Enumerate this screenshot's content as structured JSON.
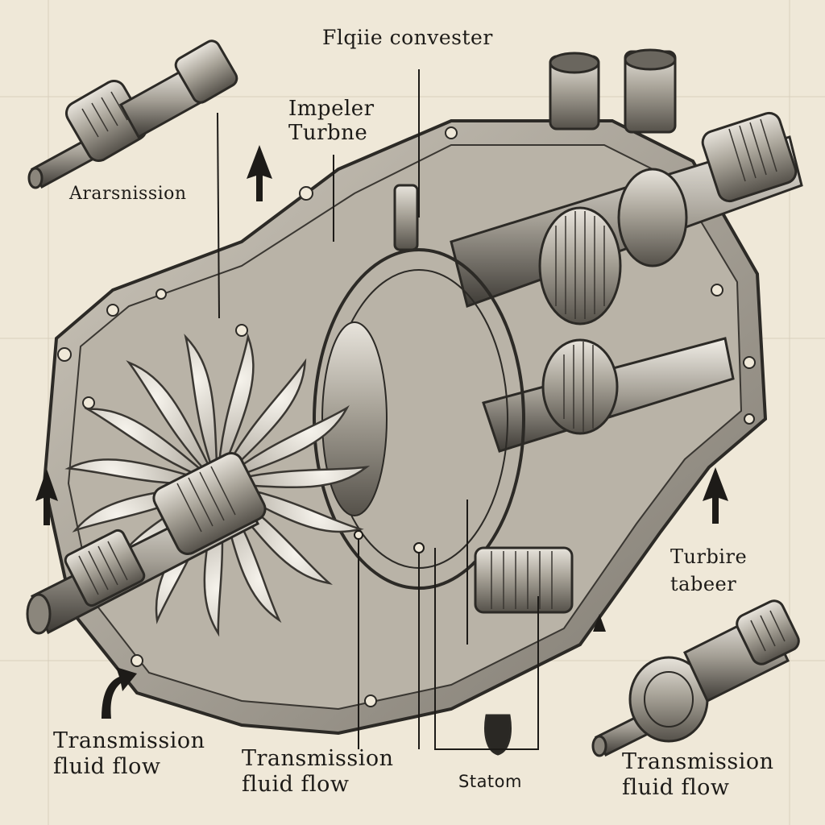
{
  "diagram": {
    "labels": {
      "torque_converter": "Flqiie convester",
      "impeller_line1": "Impeler",
      "impeller_line2": "Turbne",
      "transmission_top_left": "Ararsnission",
      "turbine_right_line1": "Turbire",
      "turbine_right_line2": "tabeer",
      "fluid_flow_left_line1": "Transmission",
      "fluid_flow_left_line2": "fluid flow",
      "fluid_flow_center_line1": "Transmission",
      "fluid_flow_center_line2": "fluid flow",
      "fluid_flow_right_line1": "Transmission",
      "fluid_flow_right_line2": "fluid flow",
      "stator": "Statom"
    },
    "colors": {
      "paper": "#efe8d8",
      "ink": "#1d1b18",
      "metal_light": "#d9d4ca",
      "metal_mid": "#9a958c",
      "metal_dark": "#4a4741"
    }
  }
}
